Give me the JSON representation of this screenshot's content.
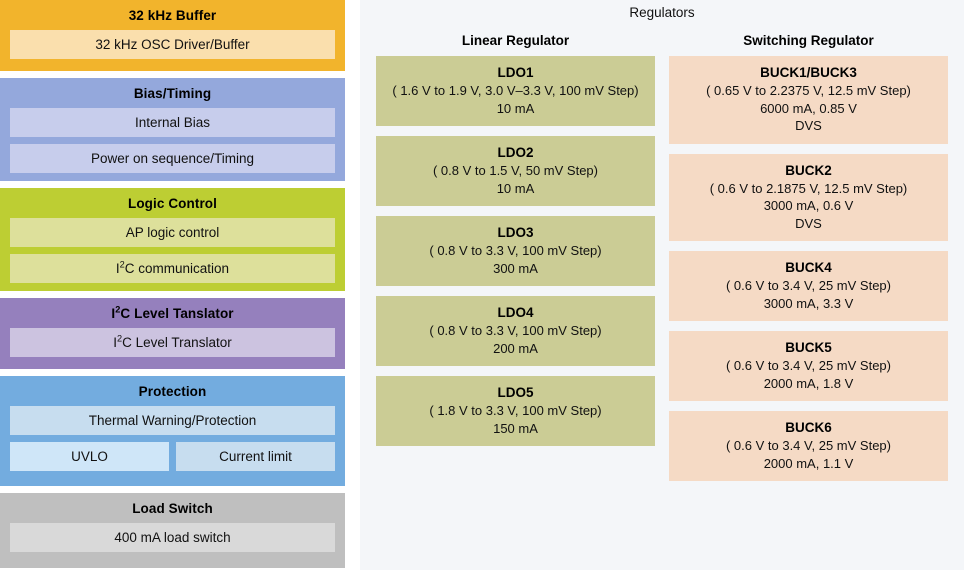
{
  "left_column": {
    "blocks": [
      {
        "name": "32-khz-buffer",
        "title": "32 kHz Buffer",
        "header_color": "#f2b42c",
        "sub_color": "#fadfad",
        "rows": [
          [
            {
              "label": "32 kHz OSC Driver/Buffer"
            }
          ]
        ]
      },
      {
        "name": "bias-timing",
        "title": "Bias/Timing",
        "header_color": "#94a8dc",
        "sub_color": "#c7cdec",
        "rows": [
          [
            {
              "label": "Internal Bias"
            }
          ],
          [
            {
              "label": "Power on sequence/Timing"
            }
          ]
        ]
      },
      {
        "name": "logic-control",
        "title": "Logic Control",
        "header_color": "#bdce33",
        "sub_color": "#dde09b",
        "rows": [
          [
            {
              "label": "AP logic control"
            }
          ],
          [
            {
              "label": "I2C communication",
              "superscript": true,
              "prefix": "I",
              "sup": "2",
              "suffix": "C communication"
            }
          ]
        ]
      },
      {
        "name": "i2c-level-tanslator",
        "title": "I2C Level Tanslator",
        "title_prefix": "I",
        "title_sup": "2",
        "title_suffix": "C Level Tanslator",
        "header_color": "#9580bd",
        "sub_color": "#ccc3e0",
        "rows": [
          [
            {
              "label": "I2C Level Translator",
              "superscript": true,
              "prefix": "I",
              "sup": "2",
              "suffix": "C Level Translator"
            }
          ]
        ]
      },
      {
        "name": "protection",
        "title": "Protection",
        "header_color": "#73acdf",
        "sub_color": "#c7ddef",
        "rows": [
          [
            {
              "label": "Thermal Warning/Protection"
            }
          ],
          [
            {
              "label": "UVLO",
              "alt_color": "#cfe6f8"
            },
            {
              "label": "Current limit"
            }
          ]
        ]
      },
      {
        "name": "load-switch",
        "title": "Load Switch",
        "header_color": "#bfbfbf",
        "sub_color": "#d9d9d9",
        "rows": [
          [
            {
              "label": "400 mA load switch"
            }
          ]
        ]
      }
    ]
  },
  "right_panel": {
    "title": "Regulators",
    "background": "#f4f6f9",
    "columns": [
      {
        "name": "linear-regulator",
        "heading": "Linear Regulator",
        "box_color": "#cbcc95",
        "items": [
          {
            "name": "LDO1",
            "lines": [
              "( 1.6 V to 1.9 V, 3.0 V–3.3 V, 100 mV Step)",
              "10 mA"
            ]
          },
          {
            "name": "LDO2",
            "lines": [
              "( 0.8 V to 1.5 V, 50 mV Step)",
              "10 mA"
            ]
          },
          {
            "name": "LDO3",
            "lines": [
              "( 0.8 V to 3.3 V, 100 mV Step)",
              "300 mA"
            ]
          },
          {
            "name": "LDO4",
            "lines": [
              "( 0.8 V to 3.3 V, 100 mV Step)",
              "200 mA"
            ]
          },
          {
            "name": "LDO5",
            "lines": [
              "( 1.8 V to 3.3 V, 100 mV Step)",
              "150 mA"
            ]
          }
        ]
      },
      {
        "name": "switching-regulator",
        "heading": "Switching Regulator",
        "box_color": "#f5dac5",
        "items": [
          {
            "name": "BUCK1/BUCK3",
            "lines": [
              "( 0.65 V to 2.2375 V, 12.5 mV Step)",
              "6000 mA, 0.85 V",
              "DVS"
            ]
          },
          {
            "name": "BUCK2",
            "lines": [
              "( 0.6 V to 2.1875 V, 12.5 mV Step)",
              "3000 mA, 0.6 V",
              "DVS"
            ]
          },
          {
            "name": "BUCK4",
            "lines": [
              "( 0.6 V to 3.4 V, 25 mV Step)",
              "3000 mA, 3.3 V"
            ]
          },
          {
            "name": "BUCK5",
            "lines": [
              "( 0.6 V to 3.4 V, 25 mV Step)",
              "2000 mA, 1.8 V"
            ]
          },
          {
            "name": "BUCK6",
            "lines": [
              "( 0.6 V to 3.4 V, 25 mV Step)",
              "2000 mA, 1.1 V"
            ]
          }
        ]
      }
    ]
  }
}
